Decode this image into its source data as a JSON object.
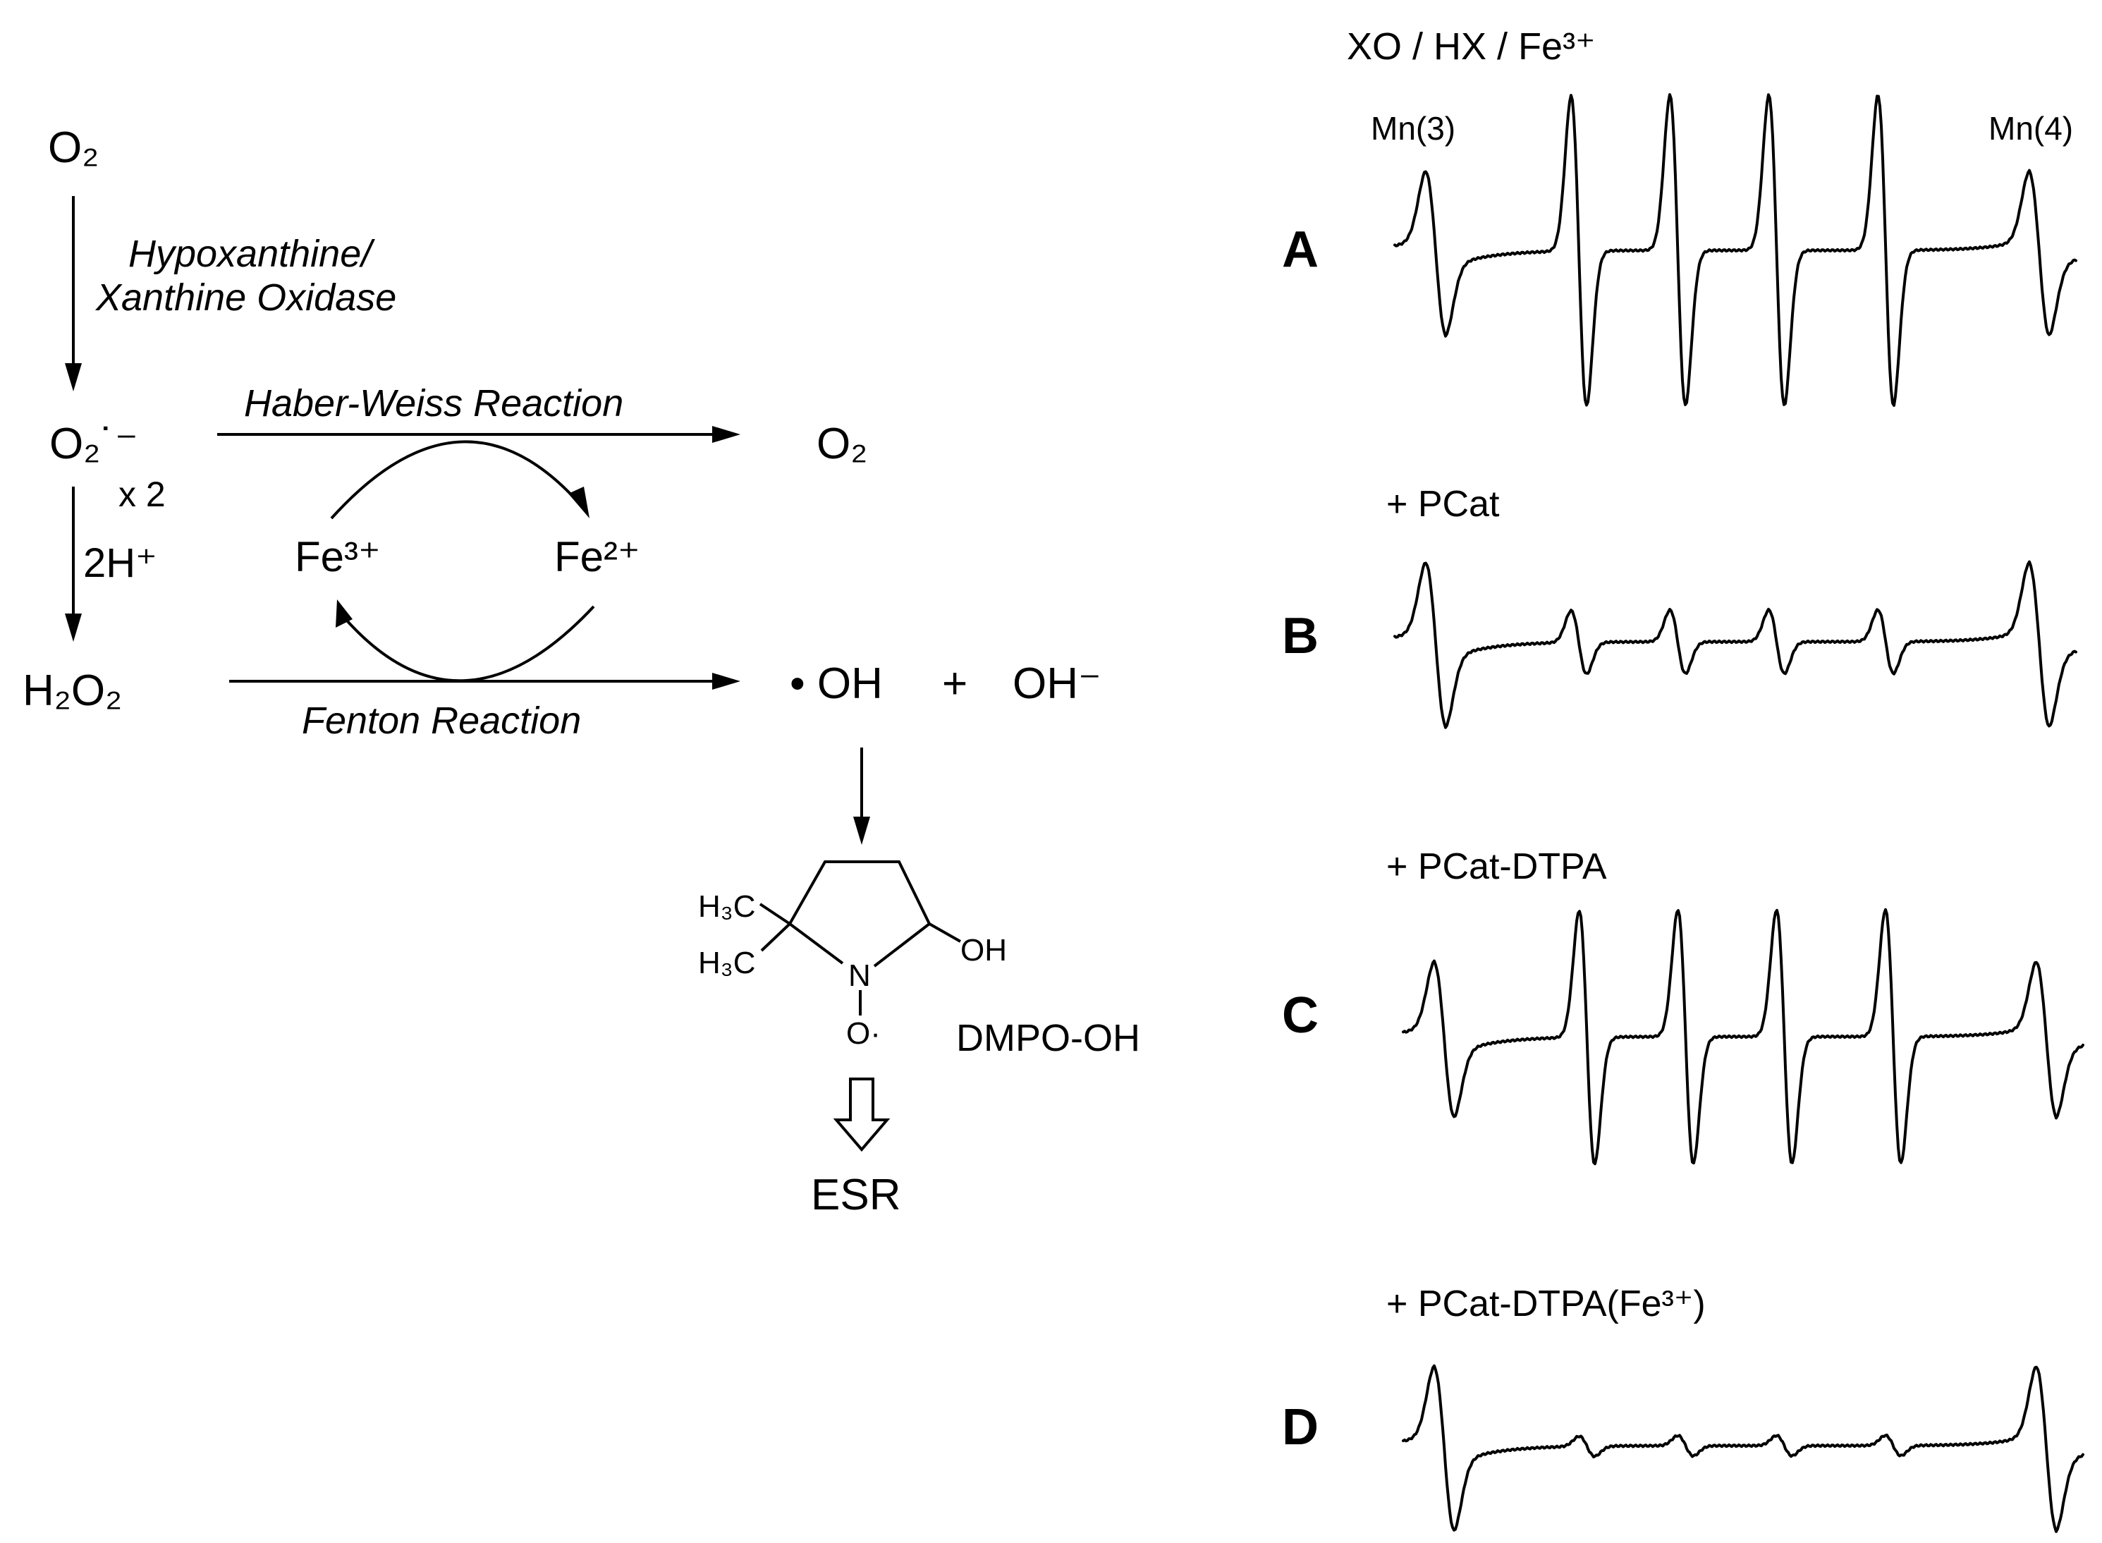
{
  "scheme": {
    "o2_top": "O₂",
    "step1_label_line1": "Hypoxanthine/",
    "step1_label_line2": "Xanthine Oxidase",
    "superoxide": "O₂˙⁻",
    "superoxide_multiplier": "x 2",
    "protonation": "2H⁺",
    "hydrogen_peroxide": "H₂O₂",
    "haber_weiss_label": "Haber-Weiss Reaction",
    "haber_weiss_product": "O₂",
    "fe3": "Fe³⁺",
    "fe2": "Fe²⁺",
    "fenton_label": "Fenton Reaction",
    "hydroxyl_radical": "• OH",
    "plus": "+",
    "hydroxide": "OH⁻"
  },
  "adduct": {
    "h3c_upper": "H₃C",
    "h3c_lower": "H₃C",
    "n_atom": "N",
    "o_atom": "O·",
    "oh_group": "OH",
    "name": "DMPO-OH",
    "detection": "ESR"
  },
  "spectra": {
    "header": "XO / HX / Fe³⁺",
    "mn3_label": "Mn(3)",
    "mn4_label": "Mn(4)",
    "panels": [
      {
        "letter": "A",
        "condition": "",
        "peak_amplitudes": [
          1.0,
          1.0,
          1.0,
          1.0
        ]
      },
      {
        "letter": "B",
        "condition": "+ PCat",
        "peak_amplitudes": [
          0.45,
          0.45,
          0.45,
          0.45
        ]
      },
      {
        "letter": "C",
        "condition": "+ PCat-DTPA",
        "peak_amplitudes": [
          0.9,
          0.9,
          0.9,
          0.9
        ]
      },
      {
        "letter": "D",
        "condition": "+ PCat-DTPA(Fe³⁺)",
        "peak_amplitudes": [
          0.12,
          0.12,
          0.12,
          0.12
        ]
      }
    ],
    "mn_marker_amplitude": 1.0
  }
}
